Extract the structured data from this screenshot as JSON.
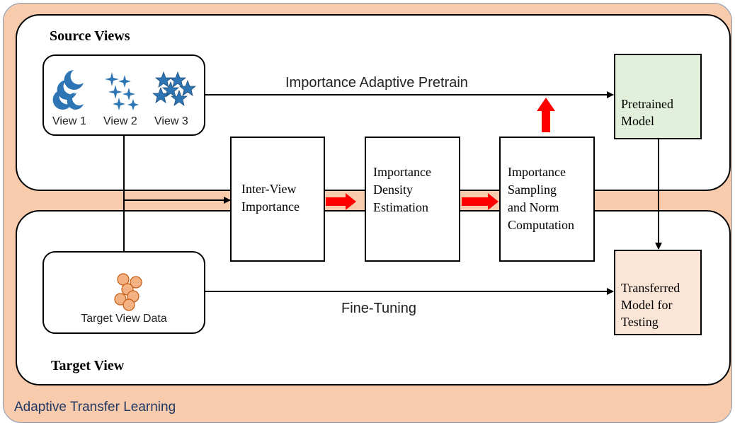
{
  "outer_label": "Adaptive Transfer Learning",
  "source": {
    "title": "Source Views",
    "views": [
      "View 1",
      "View 2",
      "View 3"
    ],
    "icons": [
      "crescent-moons-icon",
      "sparkles-icon",
      "stars-icon"
    ]
  },
  "target": {
    "title": "Target View",
    "data_label": "Target View Data",
    "icon": "circles-cluster-icon"
  },
  "process": {
    "inter_view": [
      "Inter-View",
      "Importance"
    ],
    "density": [
      "Importance",
      "Density",
      "Estimation"
    ],
    "sampling": [
      "Importance",
      "Sampling",
      "and Norm",
      "Computation"
    ]
  },
  "models": {
    "pretrained": [
      "Pretrained",
      "Model"
    ],
    "transferred": [
      "Transferred",
      "Model for",
      "Testing"
    ]
  },
  "flows": {
    "pretrain": "Importance Adaptive Pretrain",
    "finetune": "Fine-Tuning"
  },
  "colors": {
    "outer_fill": "#f8cbad",
    "pretrained_fill": "#e2efda",
    "transferred_fill": "#fbe5d6",
    "icon_blue": "#2e75b6",
    "target_circle": "#f4b183",
    "arrow_red": "#ff0000"
  }
}
